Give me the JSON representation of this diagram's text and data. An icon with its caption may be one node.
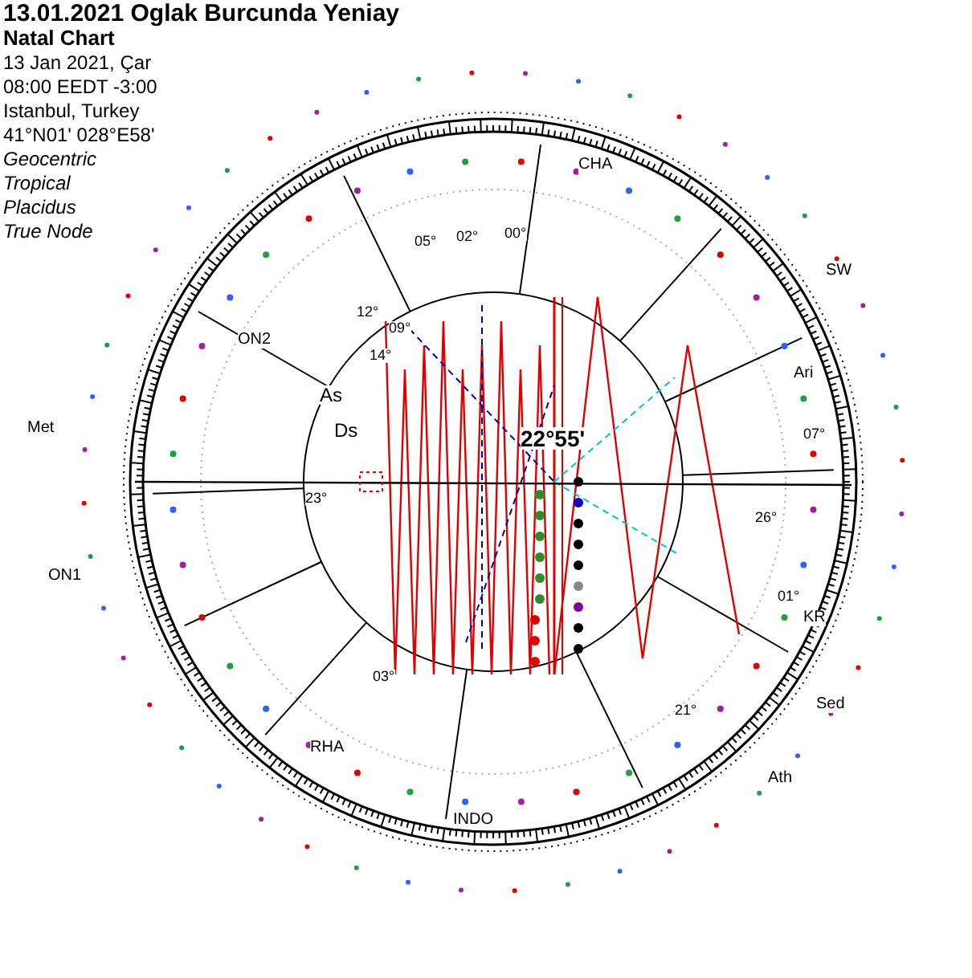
{
  "diagram": {
    "title": "13.01.2021 Oglak Burcunda Yeniay",
    "labels": [
      "Natal Chart",
      "13 Jan 2021, Çar",
      "08:00  EEDT -3:00",
      "Istanbul, Turkey",
      "41°N01' 028°E58'",
      "Geocentric",
      "Tropical",
      "Placidus",
      "True Node",
      "22°55'",
      "As",
      "Ds",
      "ON2",
      "Met",
      "ON1",
      "RHA",
      "INDO",
      "Sed",
      "Ath",
      "KR",
      "Ari",
      "SW",
      "CHA",
      "00°",
      "02°",
      "05°",
      "12°",
      "14°",
      "23°",
      "07°",
      "21°",
      "01°",
      "03°",
      "26°",
      "09°"
    ]
  }
}
